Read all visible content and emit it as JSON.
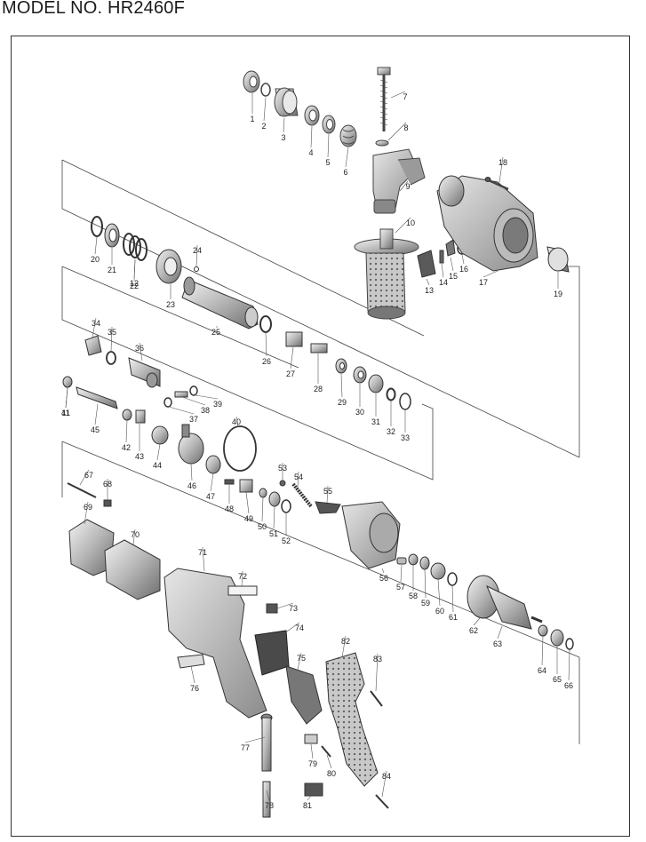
{
  "header": {
    "model_label": "MODEL NO. HR2460F"
  },
  "parts": [
    "1",
    "2",
    "3",
    "4",
    "5",
    "6",
    "7",
    "8",
    "9",
    "10",
    "11",
    "12",
    "13",
    "14",
    "15",
    "16",
    "17",
    "18",
    "19",
    "20",
    "21",
    "22",
    "23",
    "24",
    "25",
    "26",
    "27",
    "28",
    "29",
    "30",
    "31",
    "32",
    "33",
    "34",
    "35",
    "36",
    "37",
    "38",
    "39",
    "40",
    "41",
    "42",
    "43",
    "44",
    "45",
    "46",
    "47",
    "48",
    "49",
    "50",
    "51",
    "52",
    "53",
    "54",
    "55",
    "56",
    "57",
    "58",
    "59",
    "60",
    "61",
    "62",
    "63",
    "64",
    "65",
    "66",
    "67",
    "68",
    "69",
    "70",
    "71",
    "72",
    "73",
    "74",
    "75",
    "76",
    "77",
    "78",
    "79",
    "80",
    "81",
    "82",
    "83",
    "84"
  ],
  "colors": {
    "line": "#444444",
    "fill_light": "#d9d9d9",
    "fill_mid": "#9a9a9a",
    "fill_dark": "#4a4a4a"
  }
}
